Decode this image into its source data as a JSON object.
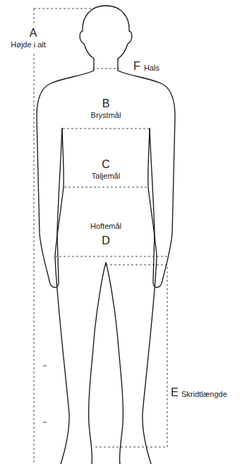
{
  "diagram": {
    "labels": [
      "A",
      "Højde i alt",
      "B",
      "Brystmål",
      "C",
      "Taljemål",
      "Hoftemål",
      "D",
      "F",
      "Hals",
      "E",
      "Skridtlængde"
    ]
  }
}
